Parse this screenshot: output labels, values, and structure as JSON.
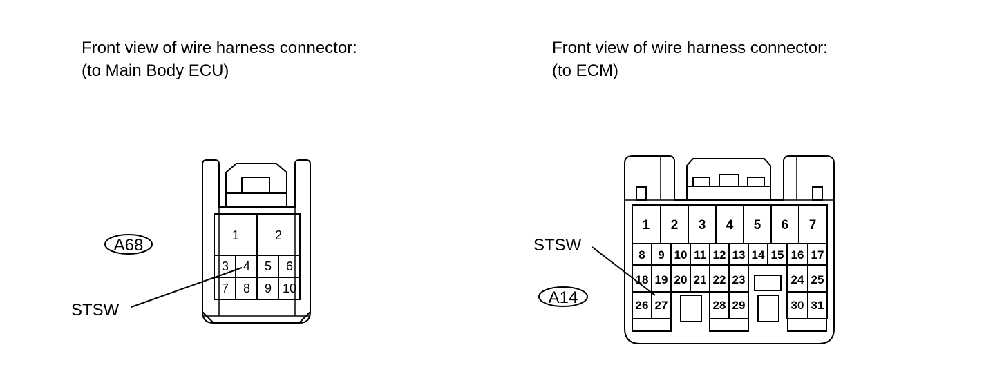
{
  "left": {
    "caption_line1": "Front view of wire harness connector:",
    "caption_line2": "(to Main Body ECU)",
    "connector_code": "A68",
    "signal_label": "STSW",
    "pins": [
      "1",
      "2",
      "3",
      "4",
      "5",
      "6",
      "7",
      "8",
      "9",
      "10"
    ]
  },
  "right": {
    "caption_line1": "Front view of wire harness connector:",
    "caption_line2": "(to ECM)",
    "connector_code": "A14",
    "signal_label": "STSW",
    "pins": [
      "1",
      "2",
      "3",
      "4",
      "5",
      "6",
      "7",
      "8",
      "9",
      "10",
      "11",
      "12",
      "13",
      "14",
      "15",
      "16",
      "17",
      "18",
      "19",
      "20",
      "21",
      "22",
      "23",
      "24",
      "25",
      "26",
      "27",
      "28",
      "29",
      "30",
      "31"
    ]
  }
}
